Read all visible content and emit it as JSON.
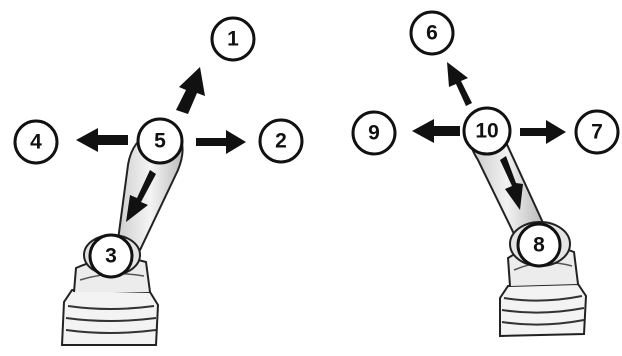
{
  "joysticks": [
    {
      "id": "left",
      "positions": {
        "forward": "1",
        "right": "2",
        "back": "3",
        "left": "4",
        "center": "5"
      }
    },
    {
      "id": "right",
      "positions": {
        "forward": "6",
        "right": "7",
        "back": "8",
        "left": "9",
        "center": "10"
      }
    }
  ],
  "colors": {
    "ink": "#111111",
    "lever_fill": "#e6e6e6",
    "lever_shade": "#b9b9b9",
    "boot_fill": "#f2f2f2"
  }
}
